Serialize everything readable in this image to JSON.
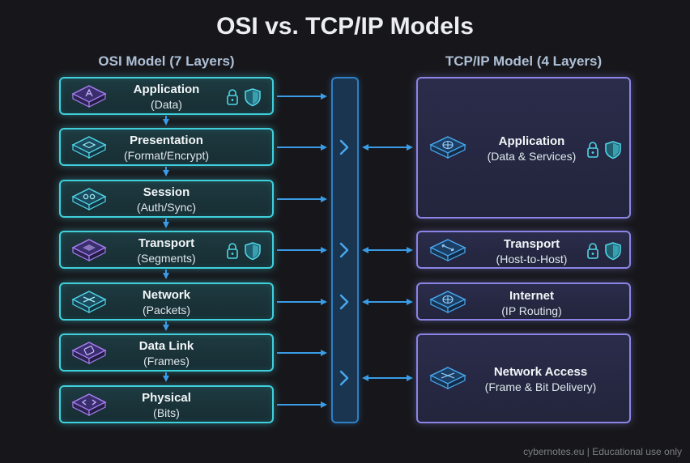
{
  "title": "OSI vs. TCP/IP Models",
  "osi": {
    "heading": "OSI Model (7 Layers)",
    "layers": [
      {
        "name": "Application",
        "sub": "(Data)",
        "icon": "application-layer-icon",
        "secure": true
      },
      {
        "name": "Presentation",
        "sub": "(Format/Encrypt)",
        "icon": "presentation-layer-icon",
        "secure": false
      },
      {
        "name": "Session",
        "sub": "(Auth/Sync)",
        "icon": "session-layer-icon",
        "secure": false
      },
      {
        "name": "Transport",
        "sub": "(Segments)",
        "icon": "transport-layer-icon",
        "secure": true
      },
      {
        "name": "Network",
        "sub": "(Packets)",
        "icon": "network-layer-icon",
        "secure": false
      },
      {
        "name": "Data Link",
        "sub": "(Frames)",
        "icon": "data-link-layer-icon",
        "secure": false
      },
      {
        "name": "Physical",
        "sub": "(Bits)",
        "icon": "physical-layer-icon",
        "secure": false
      }
    ]
  },
  "tcpip": {
    "heading": "TCP/IP Model (4 Layers)",
    "layers": [
      {
        "name": "Application",
        "sub": "(Data & Services)",
        "icon": "globe-icon",
        "secure": true
      },
      {
        "name": "Transport",
        "sub": "(Host-to-Host)",
        "icon": "transport-arrows-icon",
        "secure": true
      },
      {
        "name": "Internet",
        "sub": "(IP Routing)",
        "icon": "globe-icon",
        "secure": false
      },
      {
        "name": "Network Access",
        "sub": "(Frame & Bit Delivery)",
        "icon": "network-access-icon",
        "secure": false
      }
    ]
  },
  "security_icons": [
    "lock-icon",
    "shield-icon"
  ],
  "colors": {
    "background": "#17171b",
    "osi_border": "#3fd0dc",
    "tcp_border": "#8b84e6",
    "arrow": "#3a9be6",
    "icon_purple": "#a77df0",
    "icon_cyan": "#4fd6e6"
  },
  "footer": "cybernotes.eu | Educational use only"
}
